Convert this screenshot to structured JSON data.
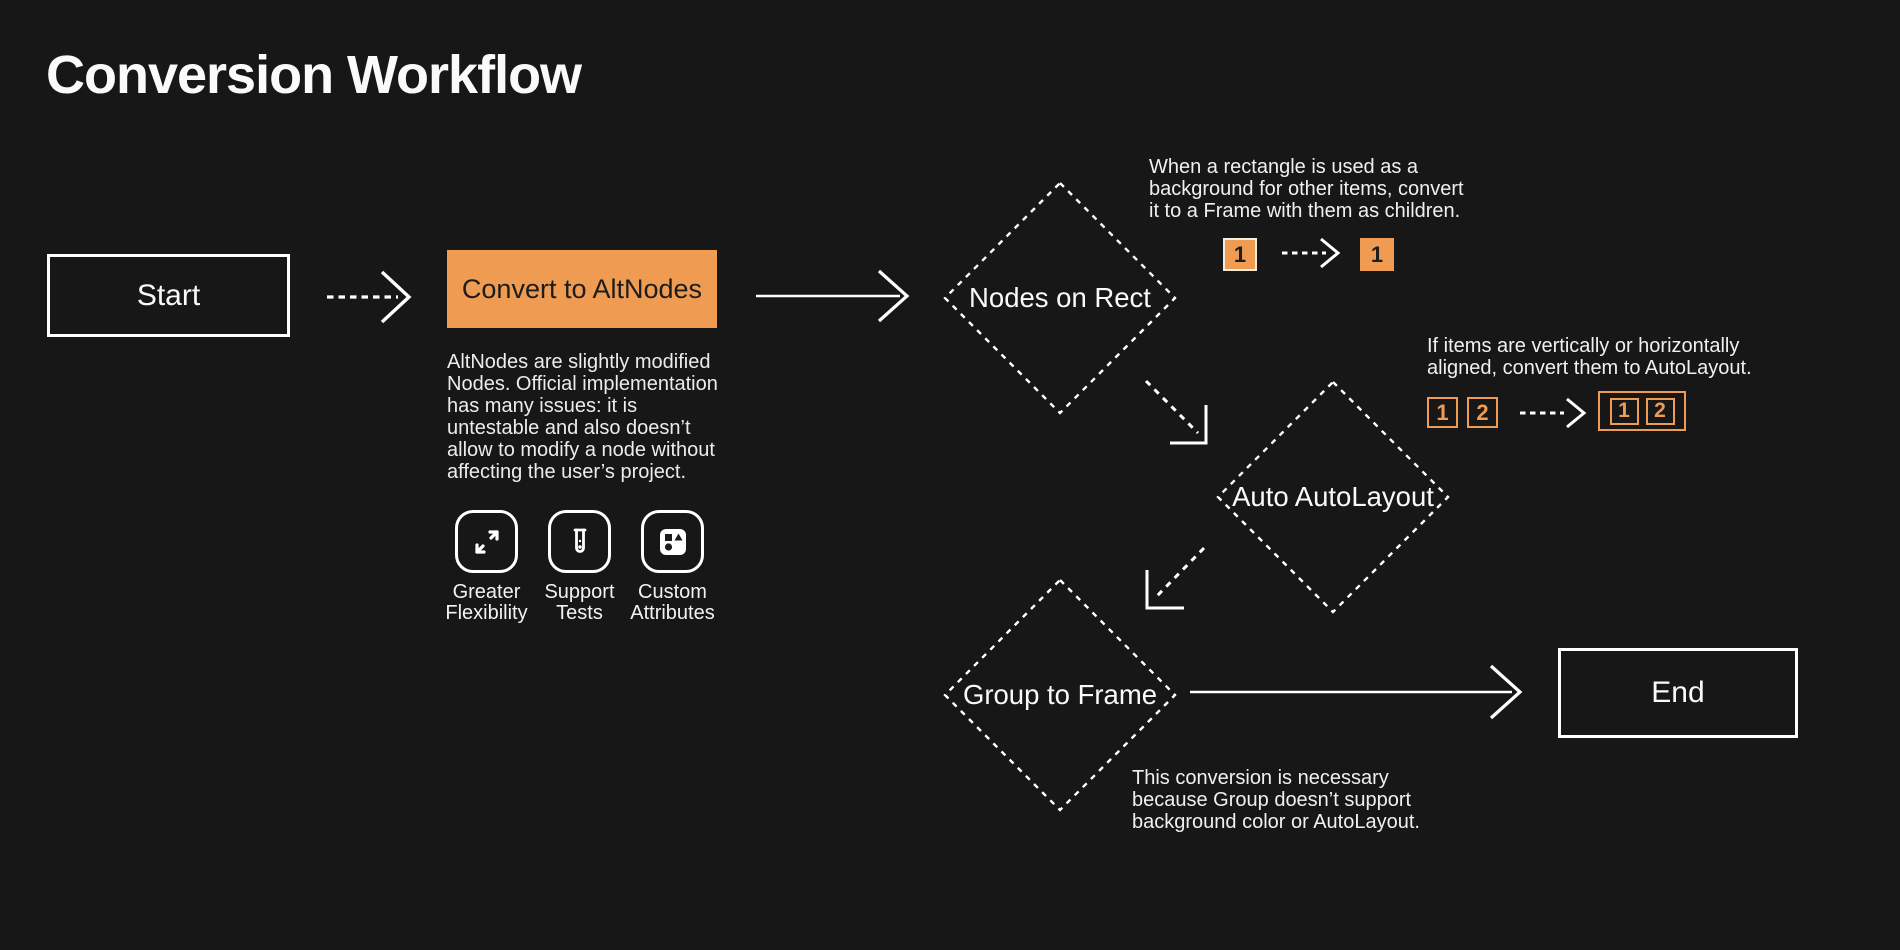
{
  "page": {
    "title": "Conversion Workflow",
    "background_color": "#171717",
    "accent_color": "#EF9B51",
    "line_color": "#FFFFFF"
  },
  "nodes": {
    "start": {
      "label": "Start"
    },
    "convert": {
      "label": "Convert to AltNodes",
      "description_lines": [
        "AltNodes are slightly modified",
        "Nodes. Official implementation",
        "has many issues: it is",
        "untestable and also doesn’t",
        "allow to modify a node without",
        "affecting the user’s project."
      ]
    },
    "nodes_on_rect": {
      "label": "Nodes on Rect"
    },
    "auto_autolayout": {
      "label": "Auto AutoLayout"
    },
    "group_to_frame": {
      "label": "Group to Frame"
    },
    "end": {
      "label": "End"
    }
  },
  "features": [
    {
      "icon": "expand-arrows-icon",
      "label_lines": [
        "Greater",
        "Flexibility"
      ]
    },
    {
      "icon": "test-tube-icon",
      "label_lines": [
        "Support",
        "Tests"
      ]
    },
    {
      "icon": "shapes-icon",
      "label_lines": [
        "Custom",
        "Attributes"
      ]
    }
  ],
  "annotations": {
    "rect": {
      "lines": [
        "When a rectangle is used as a",
        "background for other items, convert",
        "it to a Frame with them as children."
      ],
      "before": "1",
      "after": "1"
    },
    "layout": {
      "lines": [
        "If items are vertically or horizontally",
        "aligned, convert them to AutoLayout."
      ],
      "before": [
        "1",
        "2"
      ],
      "after": [
        "1",
        "2"
      ]
    },
    "group": {
      "lines": [
        "This conversion is necessary",
        "because Group doesn’t support",
        "background color or AutoLayout."
      ]
    }
  }
}
